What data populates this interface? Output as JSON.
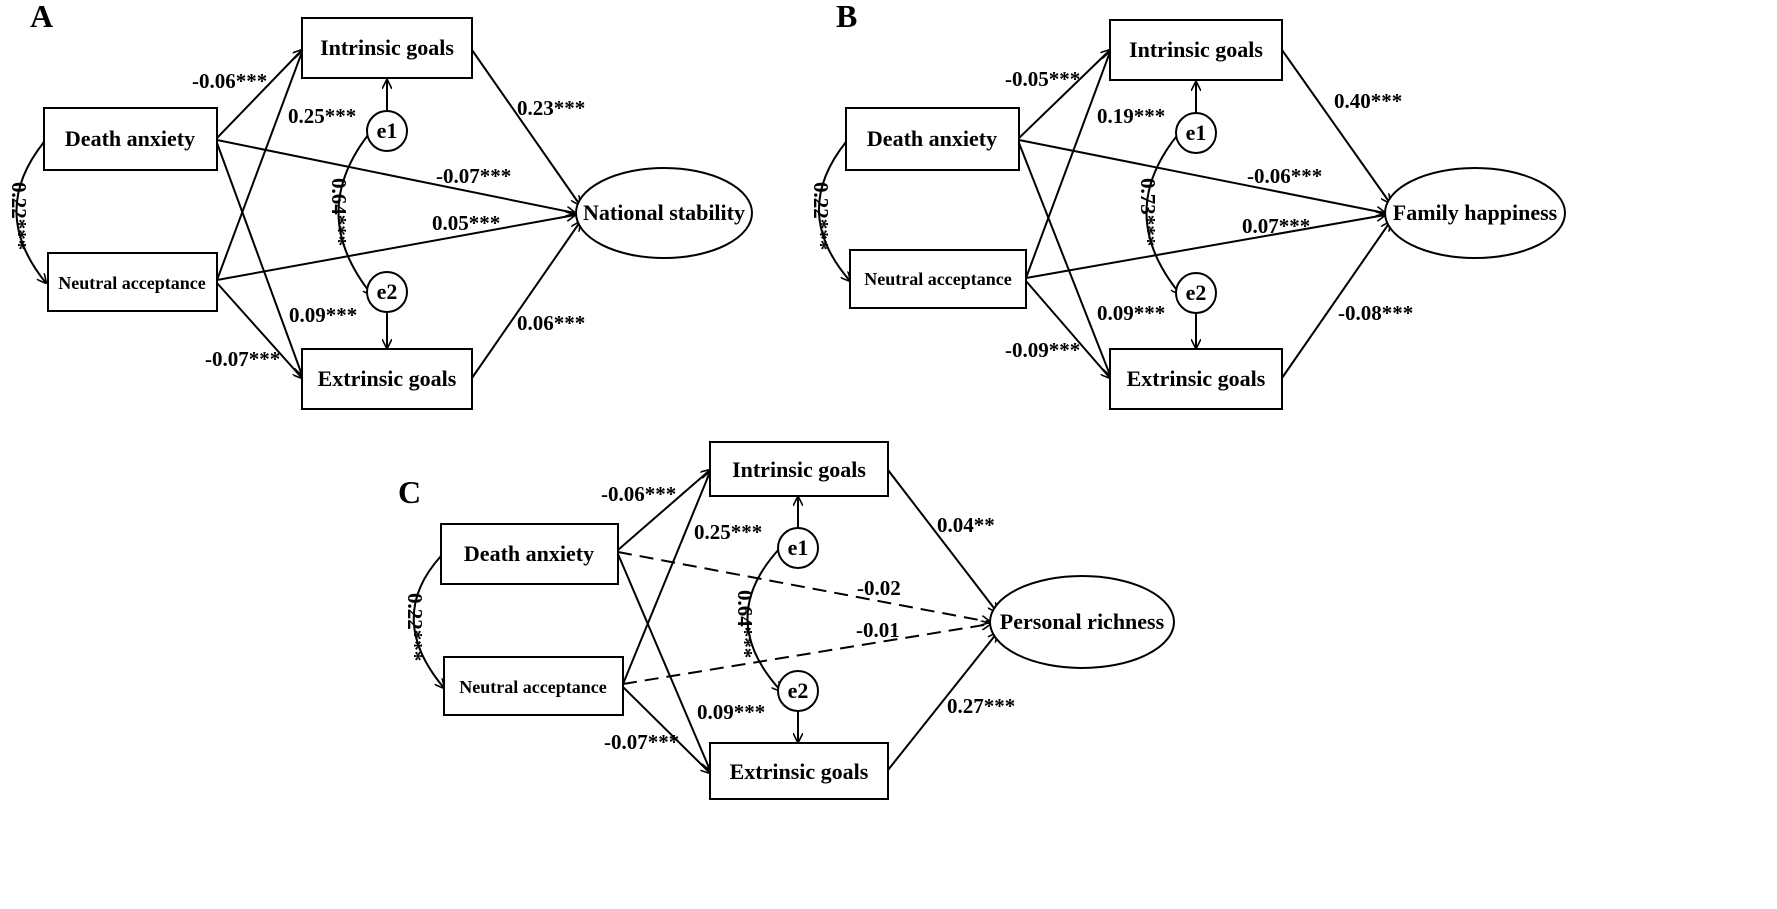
{
  "panels": {
    "A": {
      "letter": "A",
      "nodes": {
        "death_anxiety": "Death anxiety",
        "neutral_acceptance": "Neutral acceptance",
        "intrinsic_goals": "Intrinsic goals",
        "extrinsic_goals": "Extrinsic goals",
        "outcome": "National stability",
        "e1": "e1",
        "e2": "e2"
      },
      "coefficients": {
        "da_ig": "-0.06***",
        "na_ig": "0.25***",
        "ig_out": "0.23***",
        "da_out": "-0.07***",
        "na_out": "0.05***",
        "da_eg": "0.09***",
        "na_eg": "-0.07***",
        "eg_out": "0.06***",
        "e1_e2": "0.64***",
        "da_na": "0.22***"
      }
    },
    "B": {
      "letter": "B",
      "nodes": {
        "death_anxiety": "Death anxiety",
        "neutral_acceptance": "Neutral acceptance",
        "intrinsic_goals": "Intrinsic goals",
        "extrinsic_goals": "Extrinsic goals",
        "outcome": "Family happiness",
        "e1": "e1",
        "e2": "e2"
      },
      "coefficients": {
        "da_ig": "-0.05***",
        "na_ig": "0.19***",
        "ig_out": "0.40***",
        "da_out": "-0.06***",
        "na_out": "0.07***",
        "da_eg": "0.09***",
        "na_eg": "-0.09***",
        "eg_out": "-0.08***",
        "e1_e2": "0.73***",
        "da_na": "0.22***"
      }
    },
    "C": {
      "letter": "C",
      "nodes": {
        "death_anxiety": "Death anxiety",
        "neutral_acceptance": "Neutral acceptance",
        "intrinsic_goals": "Intrinsic goals",
        "extrinsic_goals": "Extrinsic goals",
        "outcome": "Personal richness",
        "e1": "e1",
        "e2": "e2"
      },
      "coefficients": {
        "da_ig": "-0.06***",
        "na_ig": "0.25***",
        "ig_out": "0.04**",
        "da_out": "-0.02",
        "na_out": "-0.01",
        "da_eg": "0.09***",
        "na_eg": "-0.07***",
        "eg_out": "0.27***",
        "e1_e2": "0.64***",
        "da_na": "0.22***"
      }
    }
  }
}
